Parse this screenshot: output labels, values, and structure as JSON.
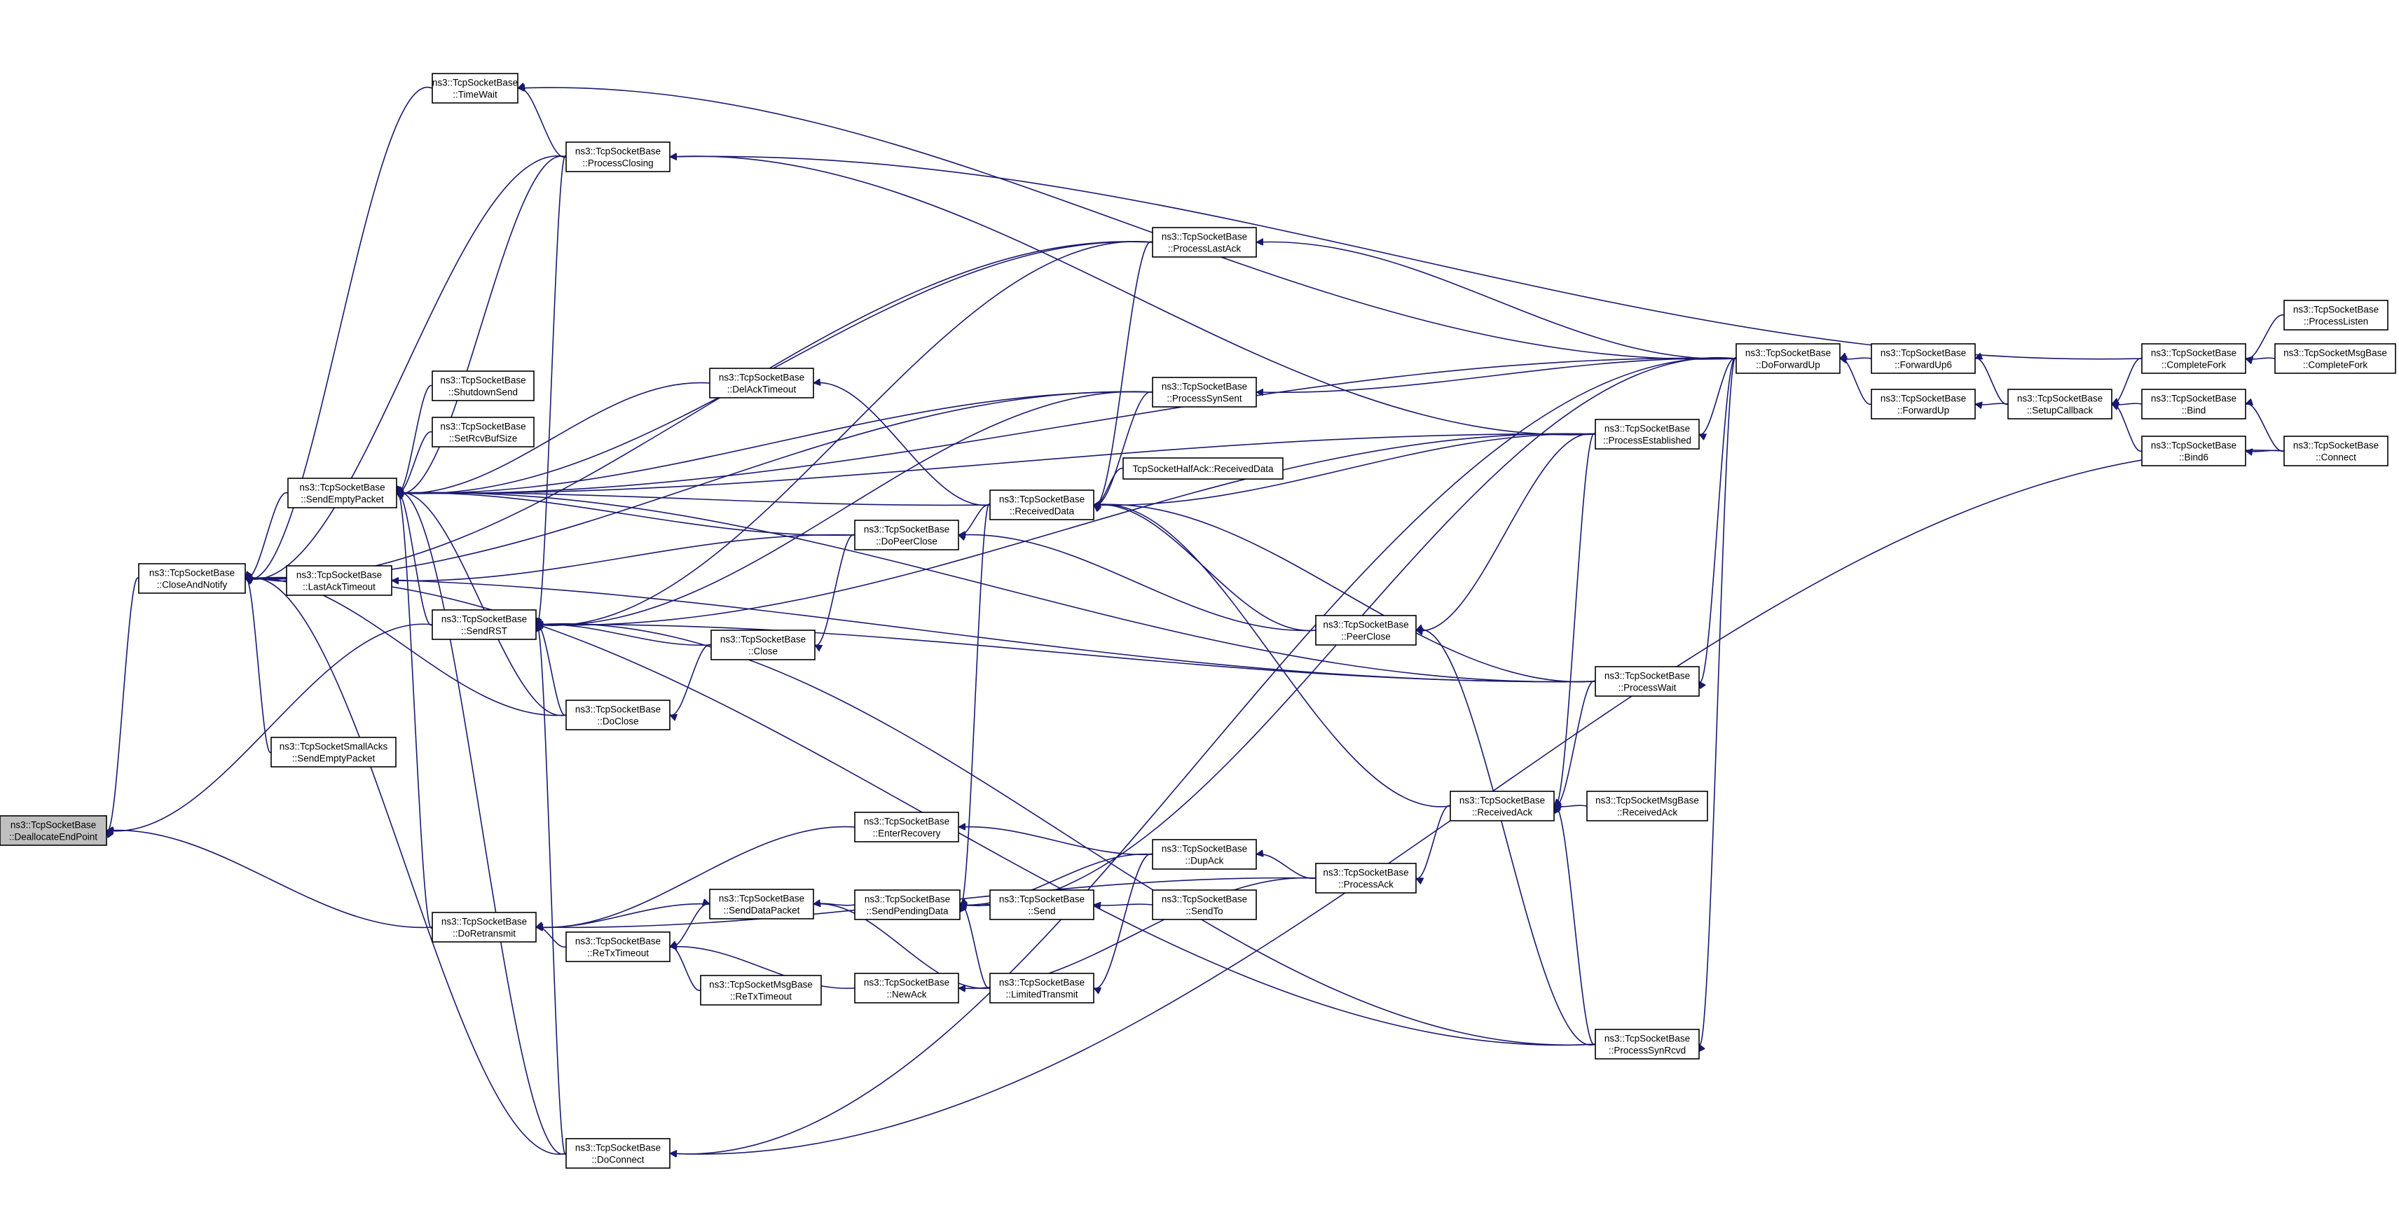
{
  "graph": {
    "type": "doxygen-caller-graph",
    "edge_color": "#191970",
    "root_fill": "#bfbfbf",
    "node_fill": "#ffffff",
    "nodes": [
      {
        "id": "dealloc",
        "lines": [
          "ns3::TcpSocketBase",
          "::DeallocateEndPoint"
        ],
        "root": true
      },
      {
        "id": "closeAndNotify",
        "lines": [
          "ns3::TcpSocketBase",
          "::CloseAndNotify"
        ]
      },
      {
        "id": "timeWait",
        "lines": [
          "ns3::TcpSocketBase",
          "::TimeWait"
        ]
      },
      {
        "id": "processClosing",
        "lines": [
          "ns3::TcpSocketBase",
          "::ProcessClosing"
        ]
      },
      {
        "id": "shutdownSend",
        "lines": [
          "ns3::TcpSocketBase",
          "::ShutdownSend"
        ]
      },
      {
        "id": "setRcvBufSize",
        "lines": [
          "ns3::TcpSocketBase",
          "::SetRcvBufSize"
        ]
      },
      {
        "id": "sendEmptyPacket",
        "lines": [
          "ns3::TcpSocketBase",
          "::SendEmptyPacket"
        ]
      },
      {
        "id": "lastAckTimeout",
        "lines": [
          "ns3::TcpSocketBase",
          "::LastAckTimeout"
        ]
      },
      {
        "id": "sendRST",
        "lines": [
          "ns3::TcpSocketBase",
          "::SendRST"
        ]
      },
      {
        "id": "smallAcksSendEmpty",
        "lines": [
          "ns3::TcpSocketSmallAcks",
          "::SendEmptyPacket"
        ]
      },
      {
        "id": "doRetransmit",
        "lines": [
          "ns3::TcpSocketBase",
          "::DoRetransmit"
        ]
      },
      {
        "id": "doConnect",
        "lines": [
          "ns3::TcpSocketBase",
          "::DoConnect"
        ]
      },
      {
        "id": "delAckTimeout",
        "lines": [
          "ns3::TcpSocketBase",
          "::DelAckTimeout"
        ]
      },
      {
        "id": "close",
        "lines": [
          "ns3::TcpSocketBase",
          "::Close"
        ]
      },
      {
        "id": "doClose",
        "lines": [
          "ns3::TcpSocketBase",
          "::DoClose"
        ]
      },
      {
        "id": "sendDataPacket",
        "lines": [
          "ns3::TcpSocketBase",
          "::SendDataPacket"
        ]
      },
      {
        "id": "reTxTimeout",
        "lines": [
          "ns3::TcpSocketBase",
          "::ReTxTimeout"
        ]
      },
      {
        "id": "msgReTxTimeout",
        "lines": [
          "ns3::TcpSocketMsgBase",
          "::ReTxTimeout"
        ]
      },
      {
        "id": "doPeerClose",
        "lines": [
          "ns3::TcpSocketBase",
          "::DoPeerClose"
        ]
      },
      {
        "id": "enterRecovery",
        "lines": [
          "ns3::TcpSocketBase",
          "::EnterRecovery"
        ]
      },
      {
        "id": "sendPendingData",
        "lines": [
          "ns3::TcpSocketBase",
          "::SendPendingData"
        ]
      },
      {
        "id": "newAck",
        "lines": [
          "ns3::TcpSocketBase",
          "::NewAck"
        ]
      },
      {
        "id": "receivedData",
        "lines": [
          "ns3::TcpSocketBase",
          "::ReceivedData"
        ]
      },
      {
        "id": "halfAckReceivedData",
        "lines": [
          "TcpSocketHalfAck::ReceivedData"
        ]
      },
      {
        "id": "send",
        "lines": [
          "ns3::TcpSocketBase",
          "::Send"
        ]
      },
      {
        "id": "limitedTransmit",
        "lines": [
          "ns3::TcpSocketBase",
          "::LimitedTransmit"
        ]
      },
      {
        "id": "processLastAck",
        "lines": [
          "ns3::TcpSocketBase",
          "::ProcessLastAck"
        ]
      },
      {
        "id": "processSynSent",
        "lines": [
          "ns3::TcpSocketBase",
          "::ProcessSynSent"
        ]
      },
      {
        "id": "dupAck",
        "lines": [
          "ns3::TcpSocketBase",
          "::DupAck"
        ]
      },
      {
        "id": "sendTo",
        "lines": [
          "ns3::TcpSocketBase",
          "::SendTo"
        ]
      },
      {
        "id": "peerClose",
        "lines": [
          "ns3::TcpSocketBase",
          "::PeerClose"
        ]
      },
      {
        "id": "processAck",
        "lines": [
          "ns3::TcpSocketBase",
          "::ProcessAck"
        ]
      },
      {
        "id": "receivedAck",
        "lines": [
          "ns3::TcpSocketBase",
          "::ReceivedAck"
        ]
      },
      {
        "id": "processEstablished",
        "lines": [
          "ns3::TcpSocketBase",
          "::ProcessEstablished"
        ]
      },
      {
        "id": "processWait",
        "lines": [
          "ns3::TcpSocketBase",
          "::ProcessWait"
        ]
      },
      {
        "id": "processSynRcvd",
        "lines": [
          "ns3::TcpSocketBase",
          "::ProcessSynRcvd"
        ]
      },
      {
        "id": "msgReceivedAck",
        "lines": [
          "ns3::TcpSocketMsgBase",
          "::ReceivedAck"
        ]
      },
      {
        "id": "doForwardUp",
        "lines": [
          "ns3::TcpSocketBase",
          "::DoForwardUp"
        ]
      },
      {
        "id": "forwardUp6",
        "lines": [
          "ns3::TcpSocketBase",
          "::ForwardUp6"
        ]
      },
      {
        "id": "forwardUp",
        "lines": [
          "ns3::TcpSocketBase",
          "::ForwardUp"
        ]
      },
      {
        "id": "setupCallback",
        "lines": [
          "ns3::TcpSocketBase",
          "::SetupCallback"
        ]
      },
      {
        "id": "completeFork",
        "lines": [
          "ns3::TcpSocketBase",
          "::CompleteFork"
        ]
      },
      {
        "id": "bind",
        "lines": [
          "ns3::TcpSocketBase",
          "::Bind"
        ]
      },
      {
        "id": "bind6",
        "lines": [
          "ns3::TcpSocketBase",
          "::Bind6"
        ]
      },
      {
        "id": "processListen",
        "lines": [
          "ns3::TcpSocketBase",
          "::ProcessListen"
        ]
      },
      {
        "id": "msgCompleteFork",
        "lines": [
          "ns3::TcpSocketMsgBase",
          "::CompleteFork"
        ]
      },
      {
        "id": "connect",
        "lines": [
          "ns3::TcpSocketBase",
          "::Connect"
        ]
      }
    ],
    "edges": [
      [
        "closeAndNotify",
        "dealloc"
      ],
      [
        "doRetransmit",
        "dealloc"
      ],
      [
        "sendRST",
        "dealloc"
      ],
      [
        "timeWait",
        "closeAndNotify"
      ],
      [
        "processClosing",
        "closeAndNotify"
      ],
      [
        "sendEmptyPacket",
        "closeAndNotify"
      ],
      [
        "lastAckTimeout",
        "closeAndNotify"
      ],
      [
        "smallAcksSendEmpty",
        "closeAndNotify"
      ],
      [
        "doClose",
        "closeAndNotify"
      ],
      [
        "processLastAck",
        "closeAndNotify"
      ],
      [
        "processSynSent",
        "closeAndNotify"
      ],
      [
        "processWait",
        "closeAndNotify"
      ],
      [
        "doConnect",
        "closeAndNotify"
      ],
      [
        "processSynRcvd",
        "closeAndNotify"
      ],
      [
        "processClosing",
        "timeWait"
      ],
      [
        "doForwardUp",
        "timeWait"
      ],
      [
        "processEstablished",
        "processClosing"
      ],
      [
        "shutdownSend",
        "sendEmptyPacket"
      ],
      [
        "setRcvBufSize",
        "sendEmptyPacket"
      ],
      [
        "processClosing",
        "sendEmptyPacket"
      ],
      [
        "delAckTimeout",
        "sendEmptyPacket"
      ],
      [
        "receivedData",
        "sendEmptyPacket"
      ],
      [
        "doPeerClose",
        "sendEmptyPacket"
      ],
      [
        "processLastAck",
        "sendEmptyPacket"
      ],
      [
        "processSynSent",
        "sendEmptyPacket"
      ],
      [
        "processEstablished",
        "sendEmptyPacket"
      ],
      [
        "doForwardUp",
        "sendEmptyPacket"
      ],
      [
        "processWait",
        "sendEmptyPacket"
      ],
      [
        "doRetransmit",
        "sendEmptyPacket"
      ],
      [
        "doConnect",
        "sendEmptyPacket"
      ],
      [
        "sendRST",
        "sendEmptyPacket"
      ],
      [
        "doClose",
        "sendEmptyPacket"
      ],
      [
        "doPeerClose",
        "lastAckTimeout"
      ],
      [
        "processClosing",
        "sendRST"
      ],
      [
        "close",
        "sendRST"
      ],
      [
        "doClose",
        "sendRST"
      ],
      [
        "processLastAck",
        "sendRST"
      ],
      [
        "processSynSent",
        "sendRST"
      ],
      [
        "processEstablished",
        "sendRST"
      ],
      [
        "processWait",
        "sendRST"
      ],
      [
        "doConnect",
        "sendRST"
      ],
      [
        "processSynRcvd",
        "sendRST"
      ],
      [
        "close",
        "doClose"
      ],
      [
        "doPeerClose",
        "close"
      ],
      [
        "enterRecovery",
        "doRetransmit"
      ],
      [
        "sendDataPacket",
        "doRetransmit"
      ],
      [
        "reTxTimeout",
        "doRetransmit"
      ],
      [
        "processAck",
        "doRetransmit"
      ],
      [
        "doForwardUp",
        "doConnect"
      ],
      [
        "connect",
        "doConnect"
      ],
      [
        "receivedData",
        "delAckTimeout"
      ],
      [
        "receivedData",
        "doPeerClose"
      ],
      [
        "peerClose",
        "doPeerClose"
      ],
      [
        "sendPendingData",
        "sendDataPacket"
      ],
      [
        "limitedTransmit",
        "sendDataPacket"
      ],
      [
        "reTxTimeout",
        "sendDataPacket"
      ],
      [
        "msgReTxTimeout",
        "reTxTimeout"
      ],
      [
        "newAck",
        "reTxTimeout"
      ],
      [
        "dupAck",
        "enterRecovery"
      ],
      [
        "send",
        "sendPendingData"
      ],
      [
        "dupAck",
        "sendPendingData"
      ],
      [
        "limitedTransmit",
        "sendPendingData"
      ],
      [
        "receivedData",
        "sendPendingData"
      ],
      [
        "doForwardUp",
        "sendPendingData"
      ],
      [
        "processAck",
        "newAck"
      ],
      [
        "halfAckReceivedData",
        "receivedData"
      ],
      [
        "processLastAck",
        "receivedData"
      ],
      [
        "processSynSent",
        "receivedData"
      ],
      [
        "peerClose",
        "receivedData"
      ],
      [
        "processEstablished",
        "receivedData"
      ],
      [
        "processWait",
        "receivedData"
      ],
      [
        "receivedAck",
        "receivedData"
      ],
      [
        "sendTo",
        "send"
      ],
      [
        "dupAck",
        "limitedTransmit"
      ],
      [
        "doForwardUp",
        "processLastAck"
      ],
      [
        "doForwardUp",
        "processSynSent"
      ],
      [
        "processAck",
        "dupAck"
      ],
      [
        "processEstablished",
        "peerClose"
      ],
      [
        "processSynRcvd",
        "peerClose"
      ],
      [
        "receivedAck",
        "processAck"
      ],
      [
        "msgReceivedAck",
        "receivedAck"
      ],
      [
        "processWait",
        "receivedAck"
      ],
      [
        "processEstablished",
        "receivedAck"
      ],
      [
        "processSynRcvd",
        "receivedAck"
      ],
      [
        "doForwardUp",
        "processEstablished"
      ],
      [
        "doForwardUp",
        "processWait"
      ],
      [
        "doForwardUp",
        "processSynRcvd"
      ],
      [
        "forwardUp6",
        "doForwardUp"
      ],
      [
        "forwardUp",
        "doForwardUp"
      ],
      [
        "setupCallback",
        "forwardUp6"
      ],
      [
        "setupCallback",
        "forwardUp"
      ],
      [
        "completeFork",
        "setupCallback"
      ],
      [
        "bind",
        "setupCallback"
      ],
      [
        "bind6",
        "setupCallback"
      ],
      [
        "processListen",
        "completeFork"
      ],
      [
        "msgCompleteFork",
        "completeFork"
      ],
      [
        "connect",
        "bind"
      ],
      [
        "connect",
        "bind6"
      ],
      [
        "completeFork",
        "processClosing"
      ]
    ]
  }
}
